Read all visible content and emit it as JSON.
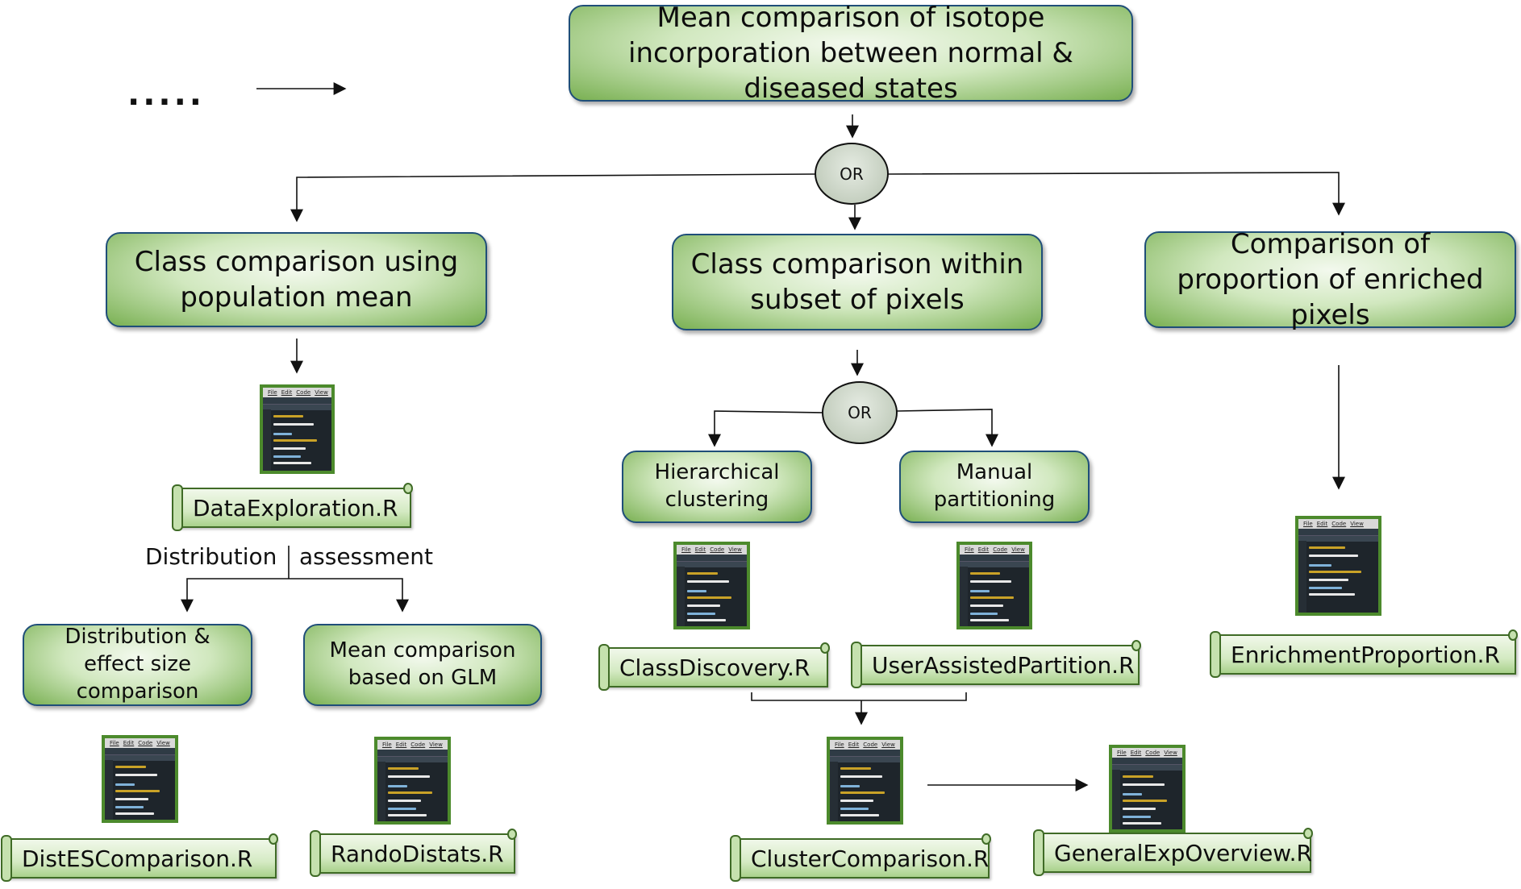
{
  "top": {
    "title": "Mean comparison of isotope incorporation between normal & diseased states"
  },
  "ellipsis": ".....",
  "or_labels": {
    "top": "OR",
    "middle": "OR"
  },
  "branches": {
    "left": {
      "title": "Class comparison using population mean"
    },
    "center": {
      "title": "Class comparison within subset of pixels"
    },
    "right": {
      "title": "Comparison of proportion of enriched pixels"
    }
  },
  "subboxes": {
    "hierarchical": "Hierarchical clustering",
    "manual": "Manual partitioning",
    "dist_es": "Distribution & effect size comparison",
    "glm": "Mean comparison based on GLM"
  },
  "split_labels": {
    "left": "Distribution",
    "right": "assessment"
  },
  "scripts": {
    "data_exploration": "DataExploration.R",
    "dist_es": "DistESComparison.R",
    "rando": "RandoDistats.R",
    "class_discovery": "ClassDiscovery.R",
    "user_partition": "UserAssistedPartition.R",
    "cluster_comparison": "ClusterComparison.R",
    "general_overview": "GeneralExpOverview.R",
    "enrichment": "EnrichmentProportion.R"
  },
  "ide_menu": [
    "File",
    "Edit",
    "Code",
    "View"
  ],
  "colors": {
    "box_border": "#1f4e79",
    "box_fill_light": "#f3f9ee",
    "box_fill_dark": "#79b052",
    "scroll_border": "#3f6b26"
  }
}
